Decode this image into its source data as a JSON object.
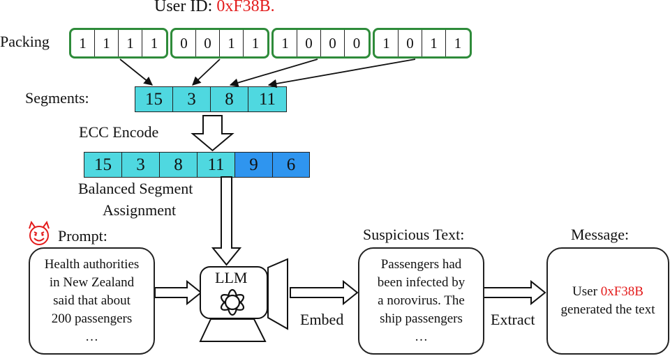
{
  "title": {
    "prefix": "User ID: ",
    "id": "0xF38B."
  },
  "packing": {
    "label": "Packing",
    "groups": [
      [
        "1",
        "1",
        "1",
        "1"
      ],
      [
        "0",
        "0",
        "1",
        "1"
      ],
      [
        "1",
        "0",
        "0",
        "0"
      ],
      [
        "1",
        "0",
        "1",
        "1"
      ]
    ]
  },
  "segments": {
    "label": "Segments:",
    "values": [
      "15",
      "3",
      "8",
      "11"
    ]
  },
  "ecc": {
    "label": "ECC Encode",
    "values": [
      "15",
      "3",
      "8",
      "11"
    ],
    "parity": [
      "9",
      "6"
    ],
    "caption_line1": "Balanced Segment",
    "caption_line2": "Assignment"
  },
  "prompt": {
    "label": "Prompt:",
    "lines": [
      "Health authorities",
      "in New Zealand",
      "said that about",
      "200 passengers",
      "…"
    ]
  },
  "llm": {
    "label": "LLM"
  },
  "embed_label": "Embed",
  "suspicious": {
    "label": "Suspicious Text:",
    "lines": [
      "Passengers had",
      "been infected by",
      "a norovirus. The",
      "ship passengers",
      "…"
    ]
  },
  "extract_label": "Extract",
  "message": {
    "label": "Message:",
    "line1_prefix": "User ",
    "line1_id": "0xF38B",
    "line2": "generated the text"
  },
  "colors": {
    "accent_red": "#e31b1b",
    "group_green": "#2e8b3a",
    "cyan": "#4fd8e0",
    "blue": "#2f95ef"
  },
  "icons": [
    "devil-face-icon",
    "openai-logo-icon",
    "speaker-icon"
  ]
}
